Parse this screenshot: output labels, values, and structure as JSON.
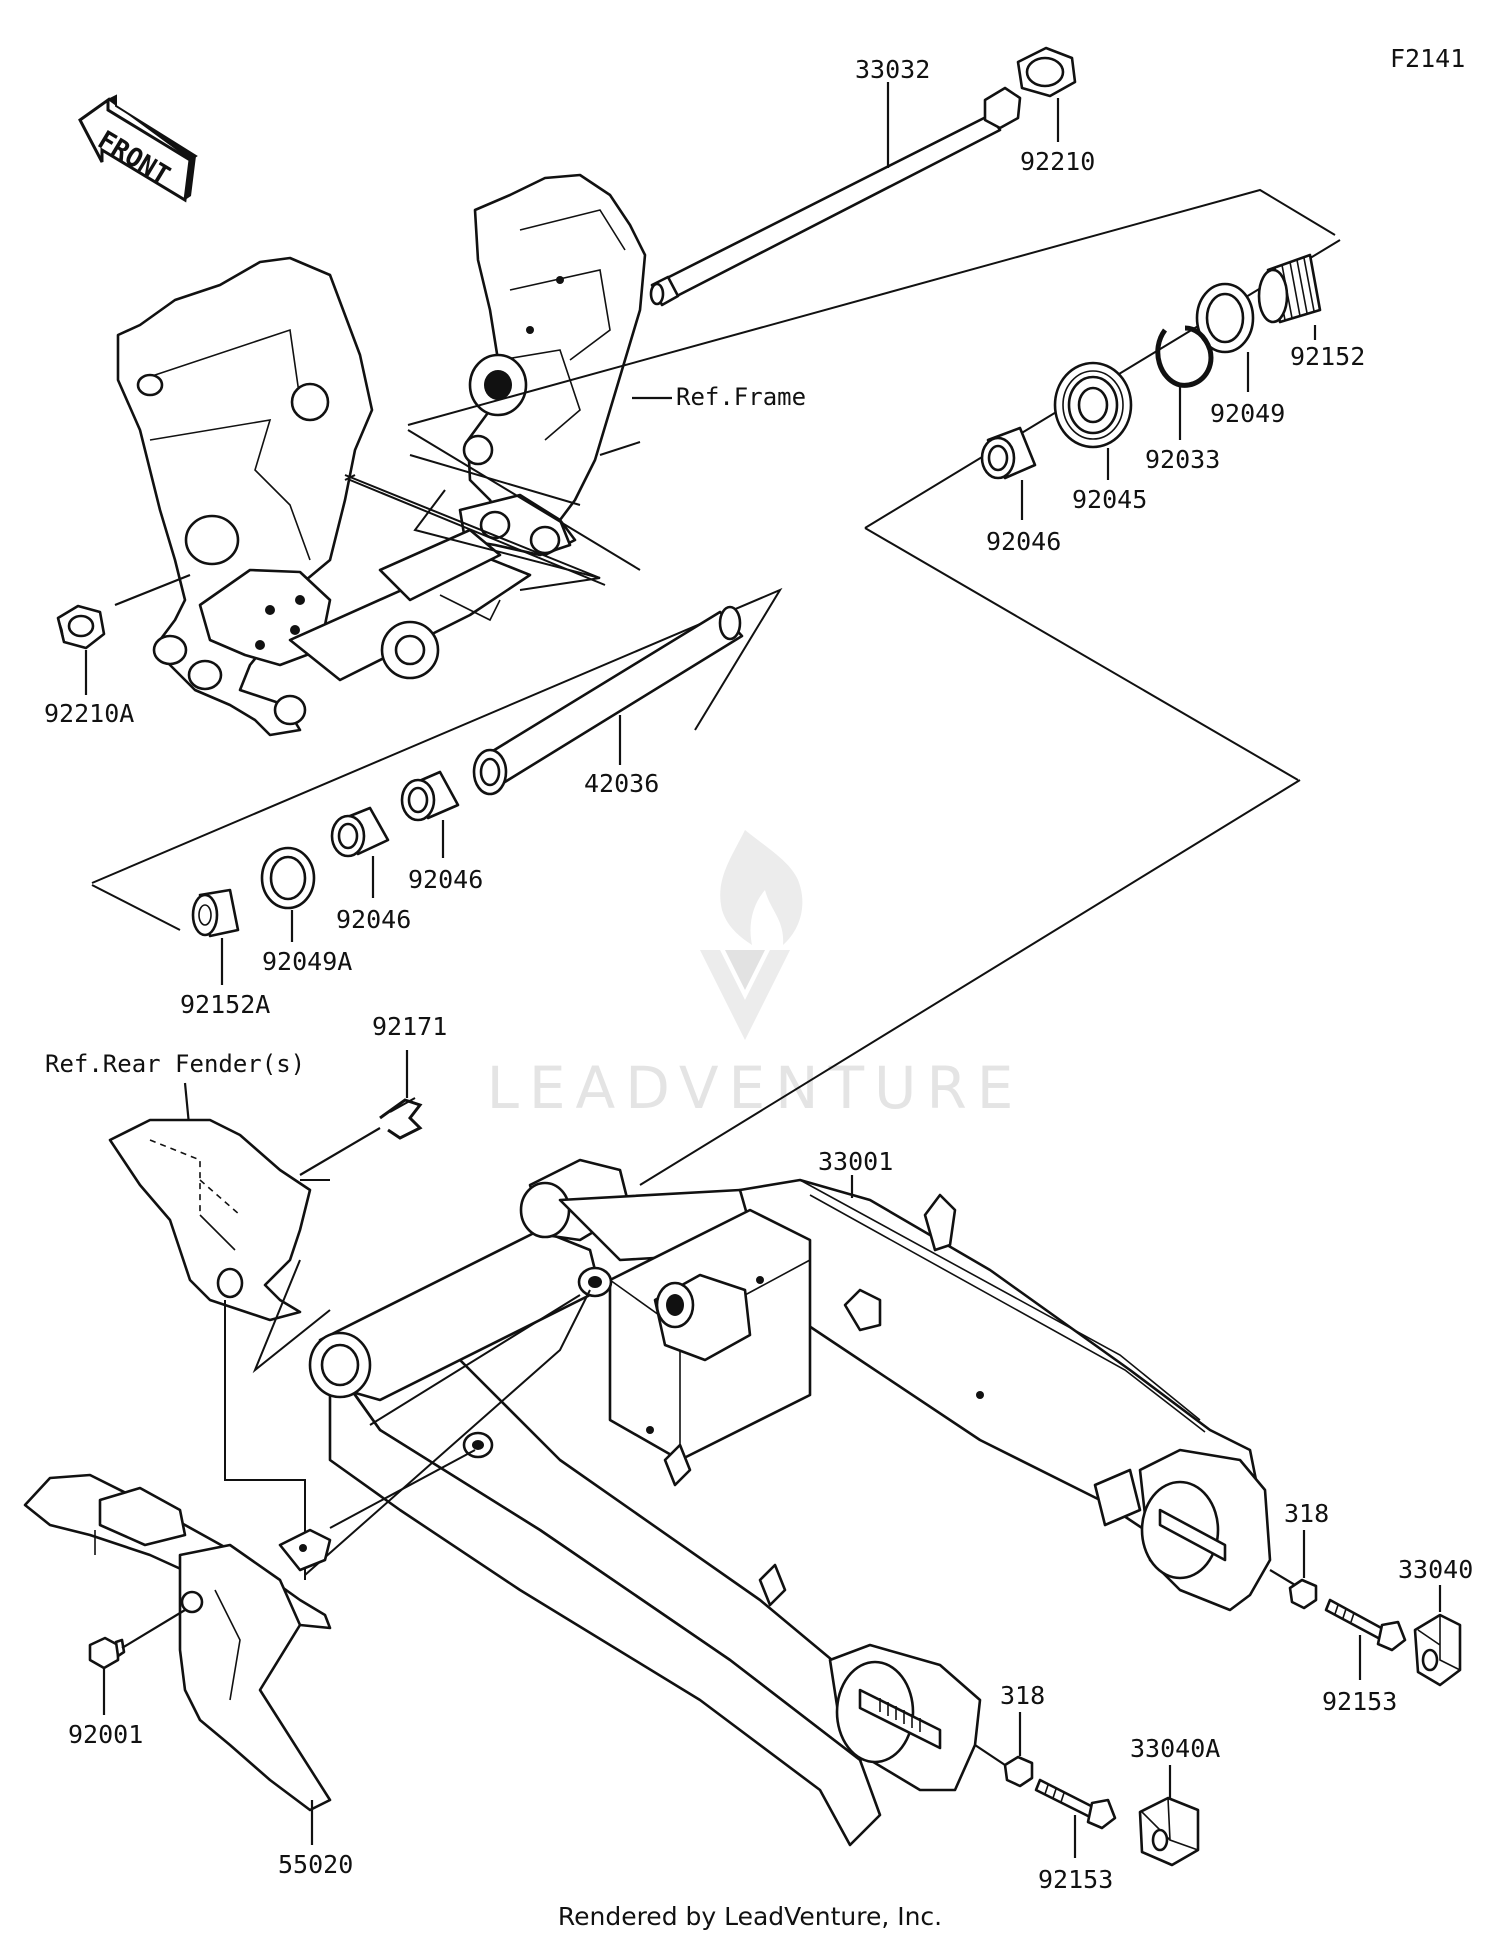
{
  "diagram_code": "F2141",
  "front_label": "FRONT",
  "ref_frame": "Ref.Frame",
  "ref_rear_fender": "Ref.Rear Fender(s)",
  "watermark": "LEADVENTURE",
  "footer": "Rendered by LeadVenture, Inc.",
  "parts": {
    "p33032": "33032",
    "p92210": "92210",
    "p92152": "92152",
    "p92049": "92049",
    "p92033": "92033",
    "p92045": "92045",
    "p92046_upper": "92046",
    "p92210A": "92210A",
    "p42036": "42036",
    "p92046_a": "92046",
    "p92046_b": "92046",
    "p92049A": "92049A",
    "p92152A": "92152A",
    "p92171": "92171",
    "p33001": "33001",
    "p318_right": "318",
    "p33040": "33040",
    "p92153_right": "92153",
    "p92001": "92001",
    "p55020": "55020",
    "p318_left": "318",
    "p33040A": "33040A",
    "p92153_left": "92153"
  }
}
